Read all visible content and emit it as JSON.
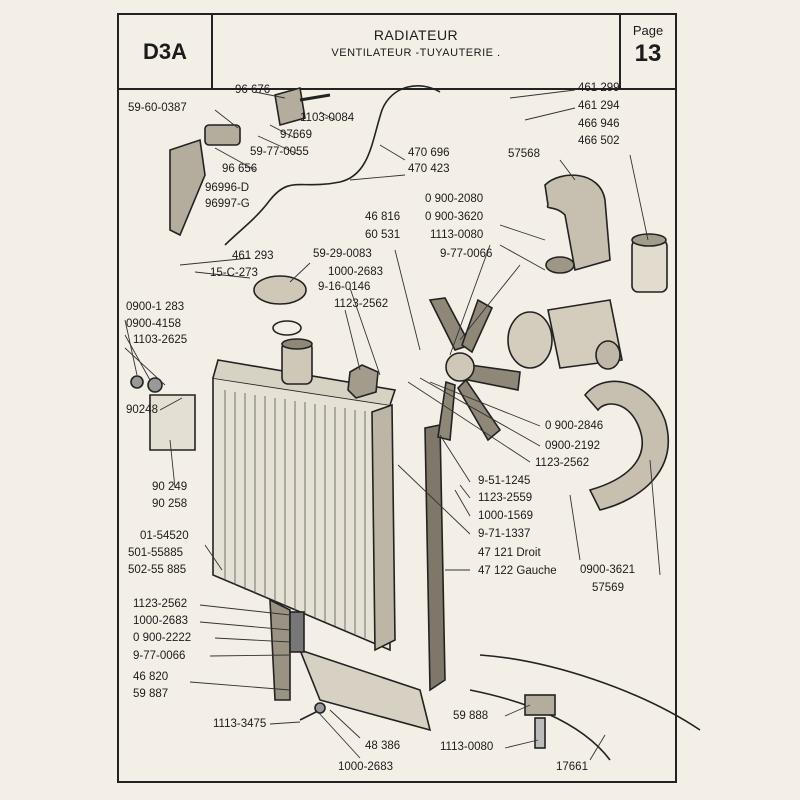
{
  "header": {
    "code": "D3A",
    "title": "RADIATEUR",
    "subtitle": "VENTILATEUR -TUYAUTERIE .",
    "page_label": "Page",
    "page_number": "13"
  },
  "parts": {
    "p96676": "96 676",
    "p59600387": "59-60-0387",
    "p11030084a": "1103-0084",
    "p97669": "97669",
    "p59770055": "59-77-0055",
    "p96656": "96 656",
    "p96996": "96996-D",
    "p96997": "96997-G",
    "p470696": "470 696",
    "p470423": "470 423",
    "p461299": "461 299",
    "p461294": "461 294",
    "p466946": "466 946",
    "p466502": "466 502",
    "p57568": "57568",
    "p09002080": "0 900-2080",
    "p09003620": "0 900-3620",
    "p46816a": "46 816",
    "p60531": "60 531",
    "p11130080a": "1113-0080",
    "p9770066a": "9-77-0066",
    "p461293": "461 293",
    "p15c273": "15-C-273",
    "p59290083": "59-29-0083",
    "p10002683a": "1000-2683",
    "p9160146": "9-16-0146",
    "p11232562a": "1123-2562",
    "p09001283": "0900-1 283",
    "p09004158": "0900-4158",
    "p11032625": "1103-2625",
    "p90248": "90248",
    "p90249": "90 249",
    "p90258": "90 258",
    "p09002846": "0 900-2846",
    "p09002192": "0900-2192",
    "p11232562b": "1123-2562",
    "p9511245": "9-51-1245",
    "p11232559": "1123-2559",
    "p10001569": "1000-1569",
    "p9711337": "9-71-1337",
    "p0154520": "01-54520",
    "p50155885": "501-55885",
    "p50255885": "502-55 885",
    "p47121": "47 121  Droit",
    "p47122": "47 122  Gauche",
    "p09003621": "0900-3621",
    "p57569": "57569",
    "p11232562c": "1123-2562",
    "p10002683b": "1000-2683",
    "p09002222": "0 900-2222",
    "p9770066b": "9-77-0066",
    "p46820": "46 820",
    "p59887": "59 887",
    "p11133475": "1113-3475",
    "p48386": "48 386",
    "p10002683c": "1000-2683",
    "p59888": "59 888",
    "p11130080b": "1113-0080",
    "p17661": "17661"
  }
}
